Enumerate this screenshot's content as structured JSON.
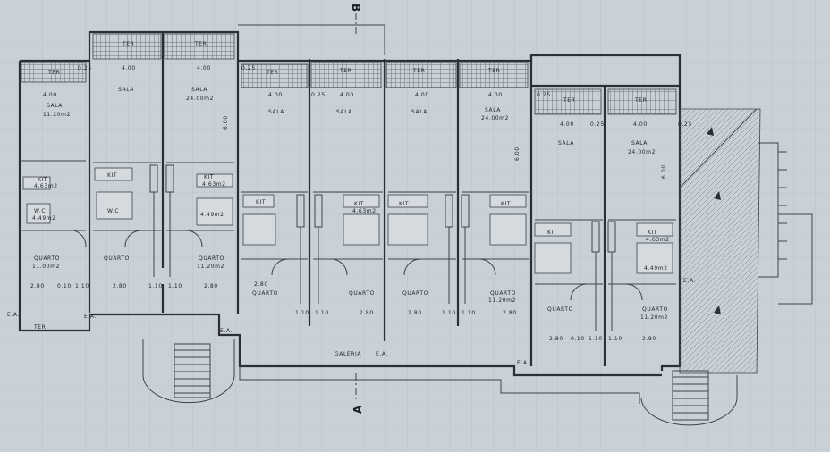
{
  "section_markers": {
    "top": "B",
    "bottom": "A"
  },
  "labels": {
    "ter": "TER",
    "sala": "SALA",
    "quarto": "QUARTO",
    "kit": "KIT",
    "wc": "W.C",
    "galeria": "GALERIA",
    "ea": "E.A.",
    "area_sala_a": "11.20m2",
    "area_sala_b": "24.00m2",
    "area_quarto_a": "11.00m2",
    "area_quarto_b": "11.20m2",
    "area_kit": "4.63m2",
    "area_wc": "4.49m2",
    "dim_400": "4.00",
    "dim_280": "2.80",
    "dim_600": "6.00",
    "dim_025": "0.25",
    "dim_010": "0.10",
    "dim_110": "1.10"
  }
}
